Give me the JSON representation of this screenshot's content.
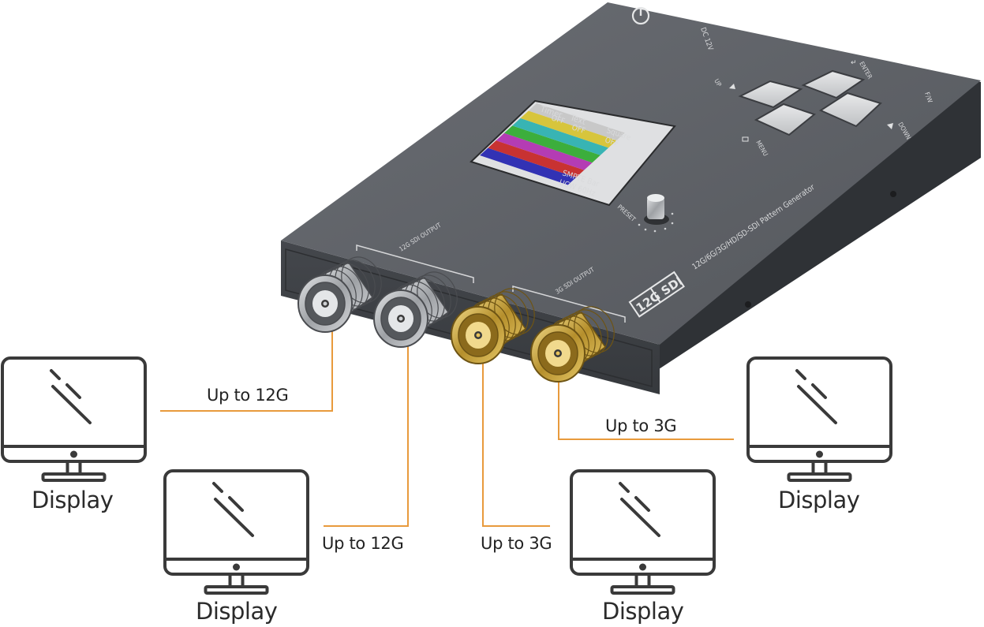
{
  "device": {
    "power_icon": "power-icon",
    "dc_label": "DC 12V",
    "buttons": {
      "up": "UP",
      "enter": "ENTER",
      "menu": "MENU",
      "down": "DOWN"
    },
    "fw_label": "F/W",
    "preset_label": "PRESET",
    "model_label": "12G/6G/3G/HD/SD-SDI Pattern Generator",
    "badge": "12G SDI",
    "output_12g_label": "12G SDI OUTPUT",
    "output_3g_label": "3G SDI OUTPUT",
    "screen": {
      "timer": "Timer",
      "timer_val": "OFF",
      "text": "Text",
      "text_val": "OFF",
      "square": "Square",
      "square_val": "OFF",
      "pattern": "SMPTE Bar",
      "format": "UCW 60Hz",
      "bar_colors": [
        "#c8c8c8",
        "#d7c53c",
        "#38b4b4",
        "#3cae3c",
        "#b43cb4",
        "#c83232",
        "#3232b4"
      ]
    }
  },
  "connections": [
    {
      "label": "Up to 12G"
    },
    {
      "label": "Up to 12G"
    },
    {
      "label": "Up to 3G"
    },
    {
      "label": "Up to 3G"
    }
  ],
  "displays": [
    {
      "label": "Display"
    },
    {
      "label": "Display"
    },
    {
      "label": "Display"
    },
    {
      "label": "Display"
    }
  ],
  "colors": {
    "cable": "#e89a3c",
    "device_top": "#5d6066",
    "device_front": "#3e4146",
    "monitor_stroke": "#3a3a3a",
    "gold": "#c9a43a",
    "silver": "#b9bcc0"
  }
}
